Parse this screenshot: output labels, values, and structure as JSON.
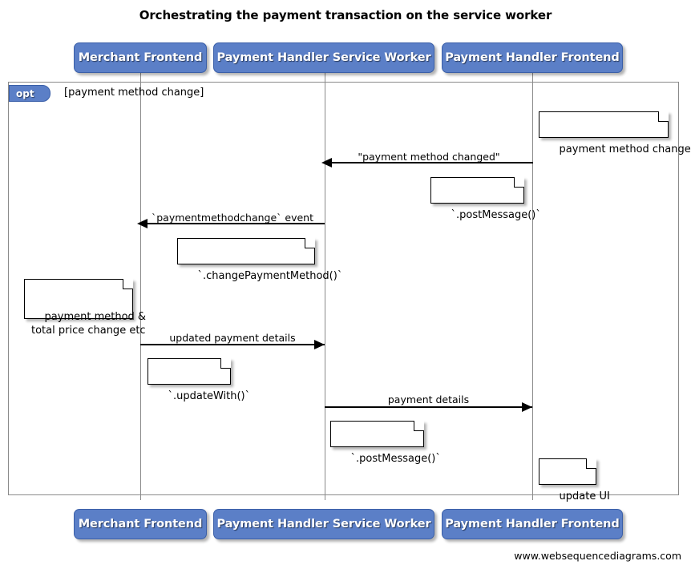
{
  "diagram": {
    "title": "Orchestrating the payment transaction on the service worker",
    "footer_url": "www.websequencediagrams.com",
    "colors": {
      "actor_fill": "#5B7FC7",
      "actor_border": "#3A5FA8",
      "frame_border": "#8a8a8a",
      "line": "#000000",
      "note_fill": "#ffffff"
    }
  },
  "actors": [
    {
      "id": "merchant-frontend",
      "label": "Merchant Frontend"
    },
    {
      "id": "payment-handler-service-worker",
      "label": "Payment Handler Service Worker"
    },
    {
      "id": "payment-handler-frontend",
      "label": "Payment Handler Frontend"
    }
  ],
  "actors_bottom": [
    {
      "id": "merchant-frontend",
      "label": "Merchant Frontend"
    },
    {
      "id": "payment-handler-service-worker",
      "label": "Payment Handler Service Worker"
    },
    {
      "id": "payment-handler-frontend",
      "label": "Payment Handler Frontend"
    }
  ],
  "fragment": {
    "type": "opt",
    "tag_label": "opt",
    "guard": "[payment method change]"
  },
  "messages": [
    {
      "id": "payment-method-changed",
      "label": "\"payment method changed\"",
      "from": "payment-handler-frontend",
      "to": "payment-handler-service-worker",
      "direction": "left"
    },
    {
      "id": "paymentmethodchange-event",
      "label": "`paymentmethodchange` event",
      "from": "payment-handler-service-worker",
      "to": "merchant-frontend",
      "direction": "left"
    },
    {
      "id": "updated-payment-details",
      "label": "updated payment details",
      "from": "merchant-frontend",
      "to": "payment-handler-service-worker",
      "direction": "right"
    },
    {
      "id": "payment-details",
      "label": "payment details",
      "from": "payment-handler-service-worker",
      "to": "payment-handler-frontend",
      "direction": "right"
    }
  ],
  "notes": [
    {
      "id": "note-payment-method-changed",
      "text": "payment method changed",
      "over": "payment-handler-frontend"
    },
    {
      "id": "note-post-message-1",
      "text": "`.postMessage()`",
      "over": "payment-handler-frontend"
    },
    {
      "id": "note-change-payment-method",
      "text": "`.changePaymentMethod()`",
      "over": "payment-handler-service-worker"
    },
    {
      "id": "note-payment-method-total-price",
      "text": "payment method &\ntotal price change etc",
      "over": "merchant-frontend"
    },
    {
      "id": "note-update-with",
      "text": "`.updateWith()`",
      "over": "merchant-frontend"
    },
    {
      "id": "note-post-message-2",
      "text": "`.postMessage()`",
      "over": "payment-handler-service-worker"
    },
    {
      "id": "note-update-ui",
      "text": "update UI",
      "over": "payment-handler-frontend"
    }
  ]
}
